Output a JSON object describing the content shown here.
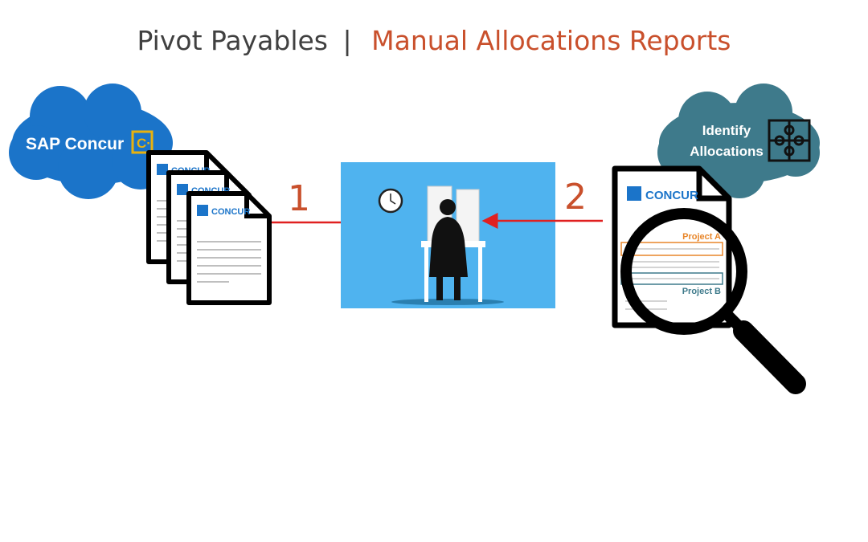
{
  "title": {
    "left": "Pivot Payables",
    "separator": "|",
    "right": "Manual Allocations Reports"
  },
  "colors": {
    "title_gray": "#404040",
    "accent": "#c9502c",
    "arrow": "#e02020",
    "sap_cloud": "#1b74c9",
    "teal_cloud": "#3e7a8b",
    "scene_bg": "#4fb3ef"
  },
  "left_cloud": {
    "label": "SAP Concur",
    "logo": "C·"
  },
  "right_cloud": {
    "label_line1": "Identify",
    "label_line2": "Allocations",
    "icon": "puzzle-icon"
  },
  "documents": {
    "logo_text": "CONCUR"
  },
  "steps": [
    "1",
    "2"
  ],
  "report": {
    "logo_text": "CONCUR",
    "project_a": "Project A",
    "project_b": "Project B"
  }
}
